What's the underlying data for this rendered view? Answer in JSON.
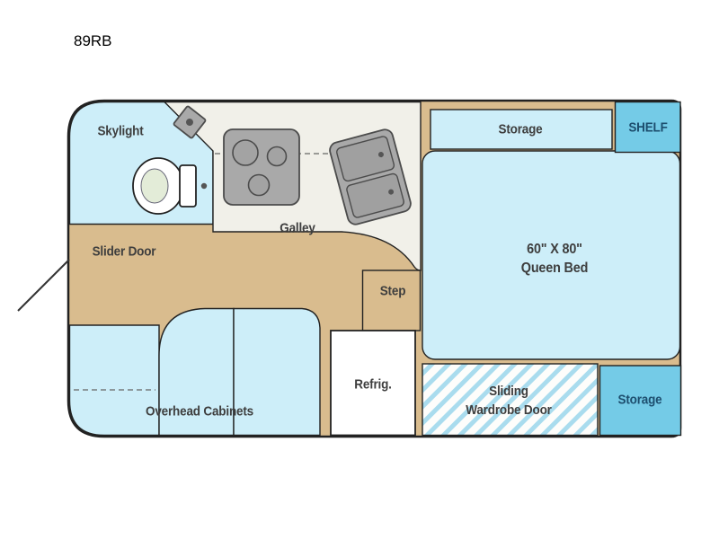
{
  "title": "89RB",
  "colors": {
    "floor": "#d9bc8e",
    "room_light": "#cdeef9",
    "room_dark": "#74cbe7",
    "counter": "#f1f0e9",
    "appliance": "#a9a9a9",
    "outline": "#222222",
    "label": "#3e3e3e",
    "label_dark_box": "#1d4e6e",
    "hatch": "#a9dcee"
  },
  "labels": {
    "skylight": "Skylight",
    "slider_door": "Slider Door",
    "galley": "Galley",
    "step": "Step",
    "storage_top": "Storage",
    "shelf": "SHELF",
    "bed_line1": "60\" X 80\"",
    "bed_line2": "Queen Bed",
    "refrigerator": "Refrig.",
    "wardrobe_line1": "Sliding",
    "wardrobe_line2": "Wardrobe Door",
    "storage_bottom": "Storage",
    "overhead_cabinets": "Overhead Cabinets"
  }
}
